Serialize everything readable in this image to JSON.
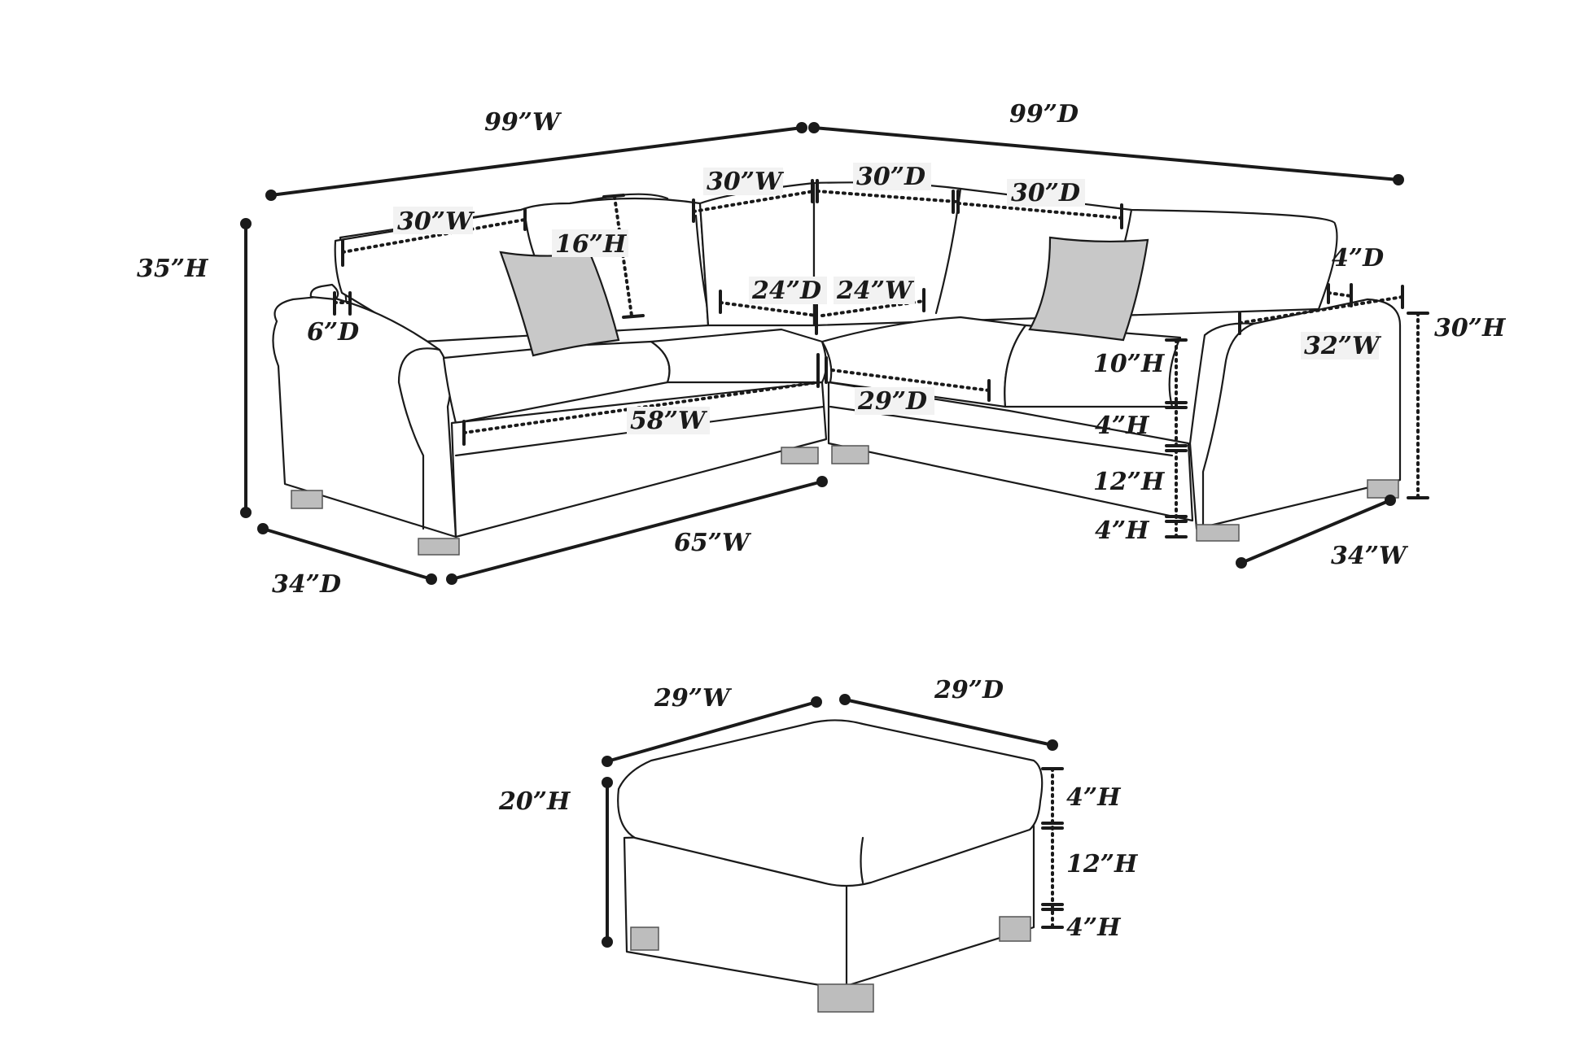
{
  "sectional": {
    "overall_width": "99”W",
    "overall_depth": "99”D",
    "overall_height": "35”H",
    "back_seat_width_left": "30”W",
    "back_seat_width_mid": "30”W",
    "corner_depth_a": "30”D",
    "back_seat_depth_right": "30”D",
    "back_height": "16”H",
    "arm_depth_left": "6”D",
    "arm_depth_right": "4”D",
    "corner_depth_b": "24”D",
    "corner_width": "24”W",
    "seat_width": "58”W",
    "seat_depth": "29”D",
    "cushion_height": "10”H",
    "cushion_thickness": "4”H",
    "base_height": "12”H",
    "leg_height": "4”H",
    "arm_height": "30”H",
    "arm_width": "32”W",
    "front_width": "65”W",
    "left_depth": "34”D",
    "right_width": "34”W"
  },
  "ottoman": {
    "width": "29”W",
    "depth": "29”D",
    "height": "20”H",
    "cushion_height": "4”H",
    "base_height": "12”H",
    "leg_height": "4”H"
  },
  "colors": {
    "line": "#1a1a1a",
    "pillow": "#c8c8c8",
    "leg": "#bdbdbd",
    "label_background": "#f2f2f2"
  }
}
